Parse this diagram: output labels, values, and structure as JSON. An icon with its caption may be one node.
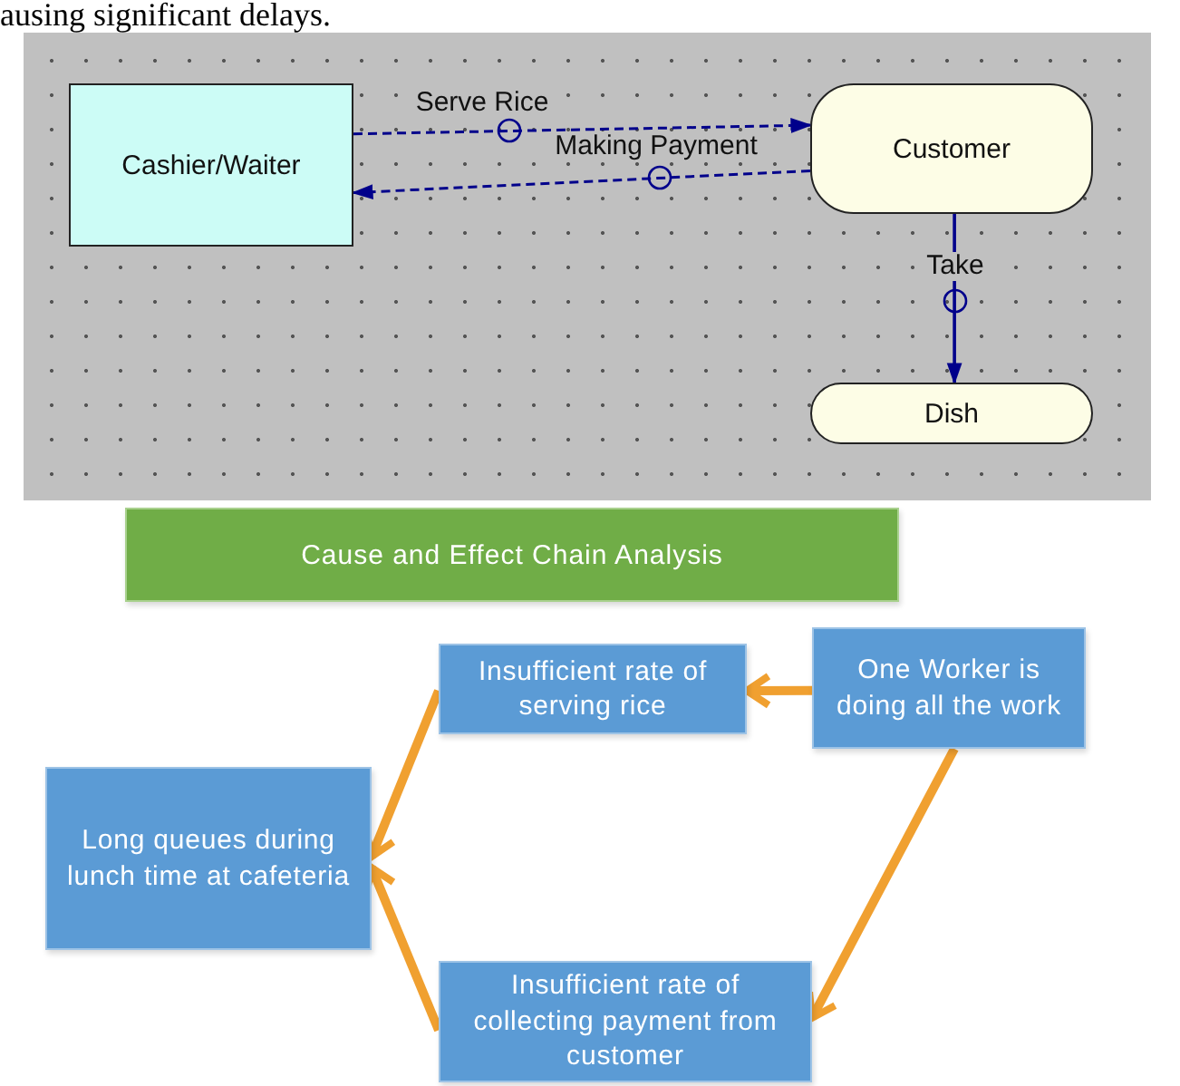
{
  "diagram": {
    "nodes": [
      {
        "text": [
          "Cashier/Waiter"
        ]
      },
      {
        "text": [
          "Customer"
        ]
      },
      {
        "text": [
          "Dish"
        ]
      },
      {
        "text": [
          "Cause and Effect Chain Analysis"
        ]
      },
      {
        "text": [
          "Insufficient rate of serving rice"
        ]
      },
      {
        "text": [
          "One Worker is doing all the work"
        ]
      },
      {
        "text": [
          "Long queues during lunch time at cafeteria"
        ]
      },
      {
        "text": [
          "Insufficient rate of collecting payment from customer"
        ]
      }
    ],
    "edges": [
      {
        "from": 0,
        "to": 1,
        "arrow": "to",
        "label": "Serve Rice",
        "style": "dashed",
        "color": "#00008b"
      },
      {
        "from": 1,
        "to": 0,
        "arrow": "to",
        "label": "Making Payment",
        "style": "dashed",
        "color": "#00008b"
      },
      {
        "from": 1,
        "to": 2,
        "arrow": "to",
        "label": "Take",
        "color": "#00008b"
      },
      {
        "from": 5,
        "to": 4,
        "arrow": "to",
        "color": "#f0a030"
      },
      {
        "from": 4,
        "to": 6,
        "arrow": "to",
        "color": "#f0a030"
      },
      {
        "from": 5,
        "to": 7,
        "arrow": "to",
        "color": "#f0a030"
      },
      {
        "from": 7,
        "to": 6,
        "arrow": "to",
        "color": "#f0a030"
      }
    ],
    "labels": [
      "ausing significant delays."
    ]
  }
}
